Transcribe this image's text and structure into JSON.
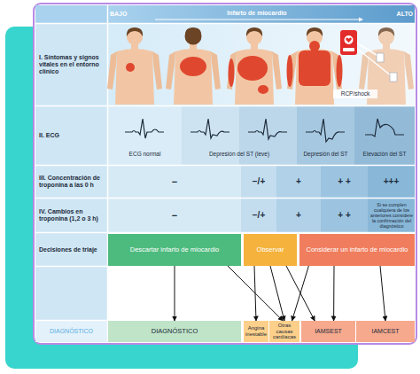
{
  "diagram": {
    "nodes": [
      {
        "text": [
          "Descartar infarto de miocardio"
        ]
      },
      {
        "text": [
          "Observar"
        ]
      },
      {
        "text": [
          "Considerar un infarto de miocardio"
        ]
      },
      {
        "text": [
          "DIAGNÓSTICO"
        ]
      },
      {
        "text": [
          "Angina inestable"
        ]
      },
      {
        "text": [
          "Otras causas cardíacas"
        ]
      },
      {
        "text": [
          "IAMSEST"
        ]
      },
      {
        "text": [
          "IAMCEST"
        ]
      }
    ],
    "edges": [
      {
        "from": 0,
        "to": 3,
        "arrow": "to"
      },
      {
        "from": 0,
        "to": 5,
        "arrow": "to"
      },
      {
        "from": 1,
        "to": 4,
        "arrow": "to"
      },
      {
        "from": 1,
        "to": 5,
        "arrow": "to"
      },
      {
        "from": 1,
        "to": 6,
        "arrow": "to"
      },
      {
        "from": 2,
        "to": 5,
        "arrow": "to"
      },
      {
        "from": 2,
        "to": 6,
        "arrow": "to"
      },
      {
        "from": 2,
        "to": 7,
        "arrow": "to"
      }
    ],
    "labels": [
      "BAJO",
      "Infarto de miocardio",
      "ALTO",
      "I. Síntomas y signos vitales en el entorno clínico",
      "RCP/shock",
      "II. ECG",
      "ECG normal",
      "Depresión del ST (leve)",
      "Depresión del ST",
      "Elevación del ST",
      "III. Concentración de troponina a las 0 h",
      "−",
      "−/+",
      "+",
      "+ +",
      "+++",
      "IV. Cambios en troponina (1,2 o 3 h)",
      "−",
      "−/+",
      "+",
      "+ +",
      "Si se cumplen cualquiera de los anteriores considere la confirmación del diagnóstico",
      "Decisiones de triaje",
      "DIAGNÓSTICO"
    ]
  }
}
